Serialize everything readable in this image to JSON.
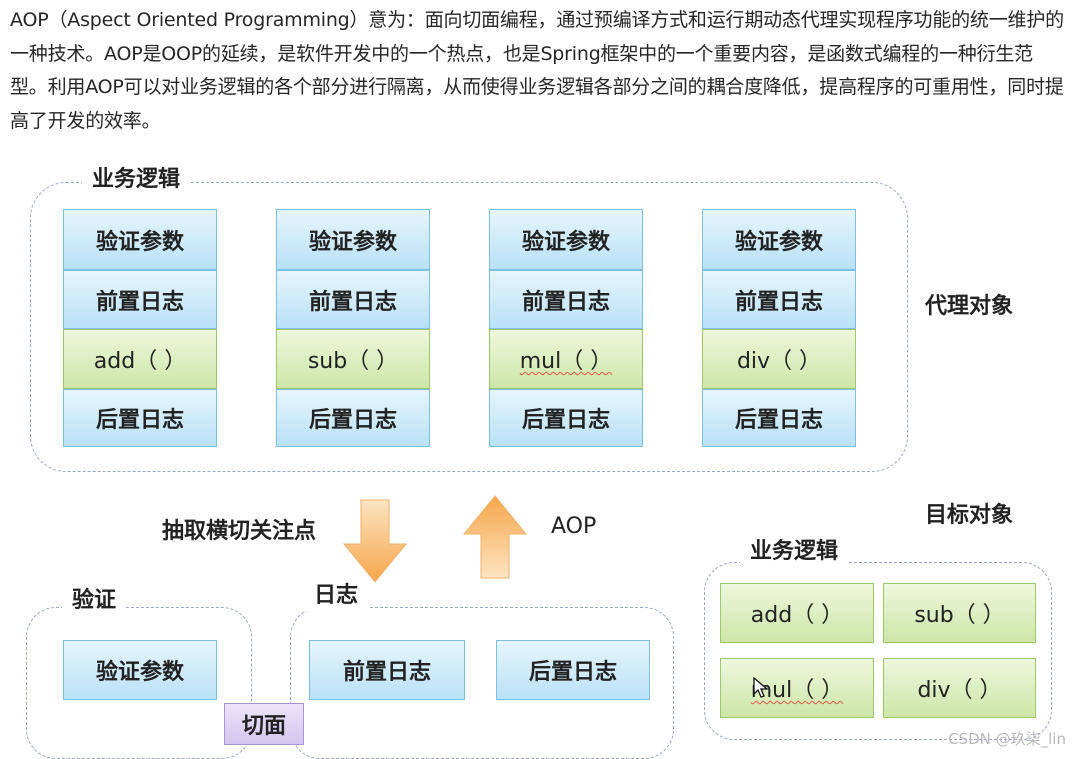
{
  "intro": "AOP（Aspect Oriented Programming）意为：面向切面编程，通过预编译方式和运行期动态代理实现程序功能的统一维护的一种技术。AOP是OOP的延续，是软件开发中的一个热点，也是Spring框架中的一个重要内容，是函数式编程的一种衍生范型。利用AOP可以对业务逻辑的各个部分进行隔离，从而使得业务逻辑各部分之间的耦合度降低，提高程序的可重用性，同时提高了开发的效率。",
  "proxy": {
    "group_label": "业务逻辑",
    "side_label": "代理对象",
    "columns": [
      {
        "verify": "验证参数",
        "before_log": "前置日志",
        "method": "add（ ）",
        "after_log": "后置日志"
      },
      {
        "verify": "验证参数",
        "before_log": "前置日志",
        "method": "sub（ ）",
        "after_log": "后置日志"
      },
      {
        "verify": "验证参数",
        "before_log": "前置日志",
        "method": "mul（ ）",
        "after_log": "后置日志"
      },
      {
        "verify": "验证参数",
        "before_log": "前置日志",
        "method": "div（ ）",
        "after_log": "后置日志"
      }
    ]
  },
  "arrows": {
    "extract_label": "抽取横切关注点",
    "aop_label": "AOP"
  },
  "aspects": {
    "verify_group": {
      "label": "验证",
      "item": "验证参数"
    },
    "log_group": {
      "label": "日志",
      "items": [
        "前置日志",
        "后置日志"
      ]
    },
    "aspect_tag": "切面"
  },
  "target": {
    "side_label": "目标对象",
    "group_label": "业务逻辑",
    "methods": [
      "add（ ）",
      "sub（ ）",
      "mul（ ）",
      "div（ ）"
    ]
  },
  "watermark": "CSDN @玖柒_lin",
  "colors": {
    "blue_cell": "#b9e1f6",
    "green_cell": "#cde6a8",
    "purple_cell": "#d3c5ef",
    "arrow": "#f6a64a",
    "dash_border": "#9aa6bf"
  }
}
